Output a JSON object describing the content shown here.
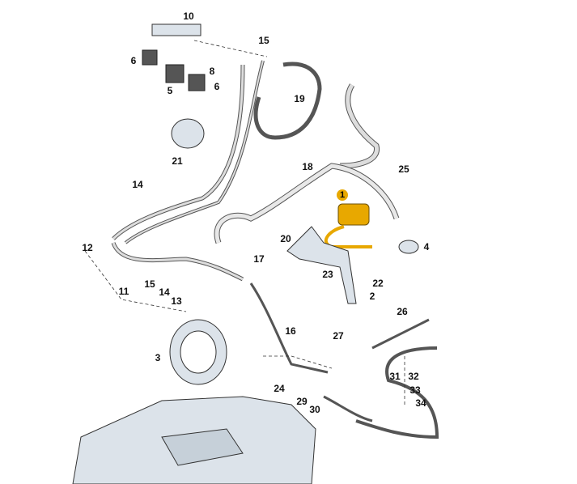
{
  "diagram": {
    "highlight_color": "#e8a800",
    "callouts": [
      "10",
      "6",
      "5",
      "8",
      "6",
      "15",
      "19",
      "21",
      "18",
      "25",
      "1",
      "14",
      "20",
      "4",
      "12",
      "17",
      "15",
      "14",
      "11",
      "23",
      "22",
      "13",
      "2",
      "26",
      "16",
      "27",
      "3",
      "31",
      "32",
      "33",
      "24",
      "29",
      "34",
      "30"
    ]
  }
}
